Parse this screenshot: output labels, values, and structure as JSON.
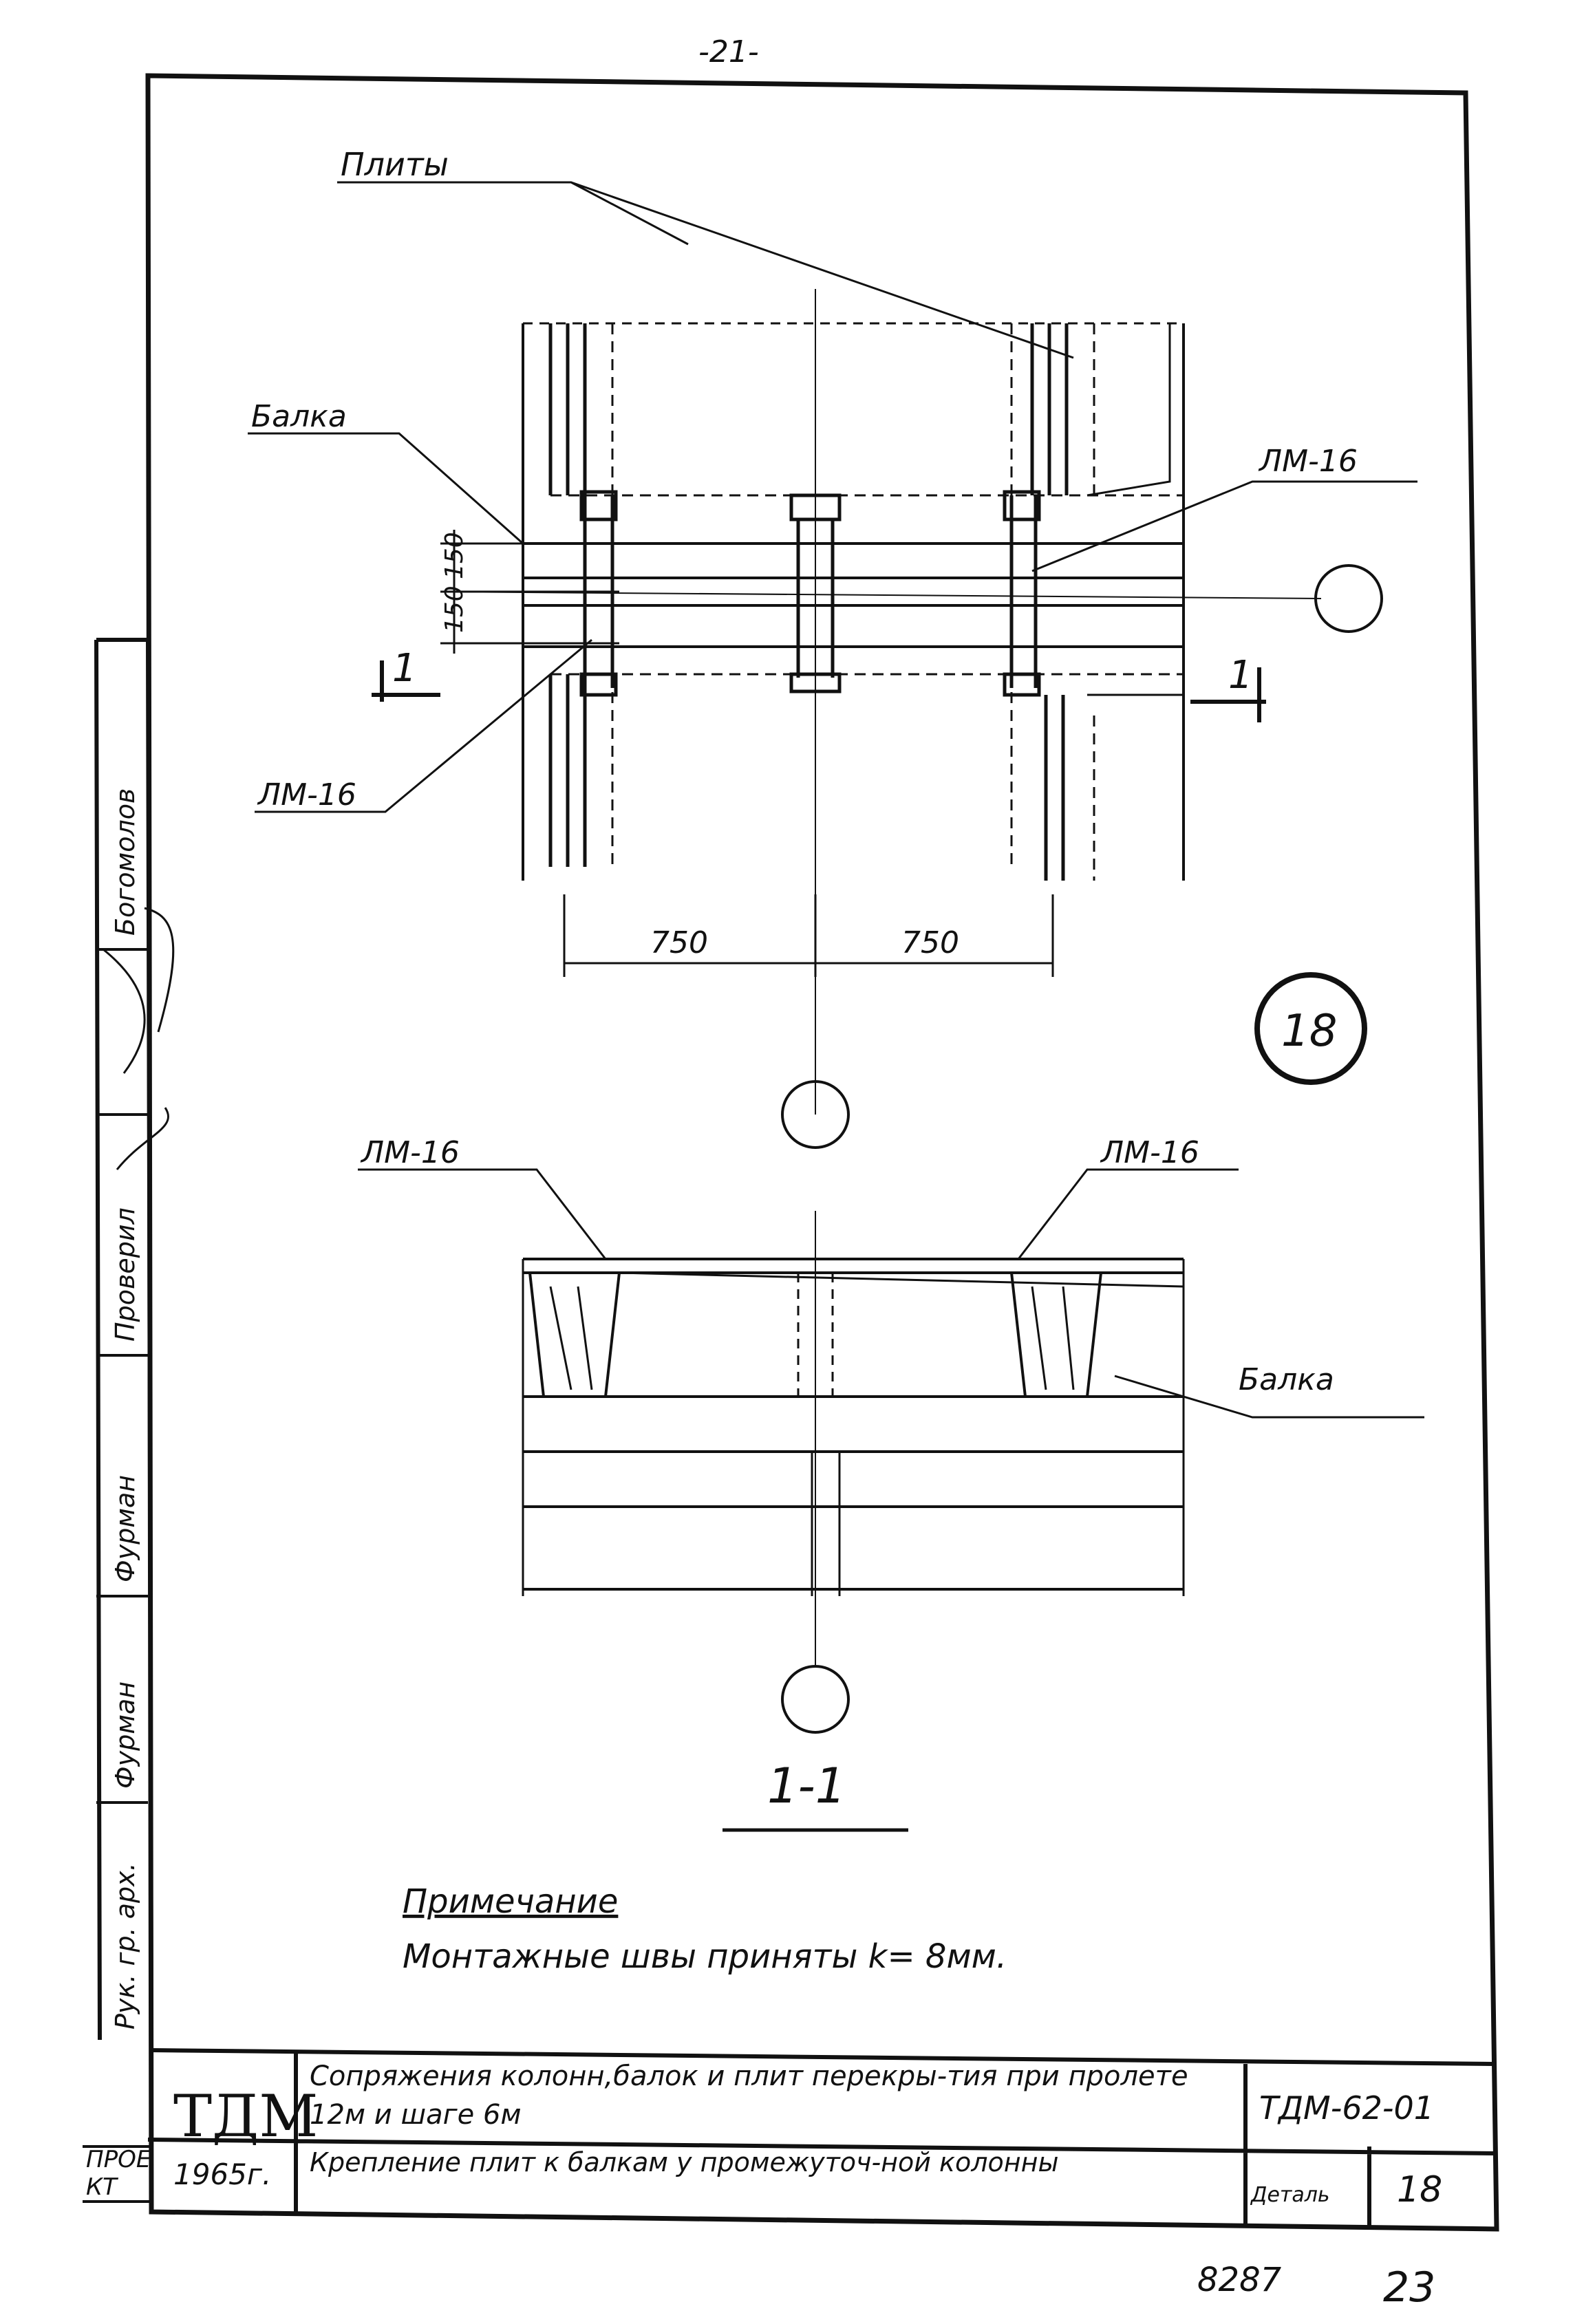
{
  "page_number": "-21-",
  "labels": {
    "plity": "Плиты",
    "balka_top": "Балка",
    "lm16_top_right": "ЛМ-16",
    "lm16_left": "ЛМ-16",
    "lm16_section_left": "ЛМ-16",
    "lm16_section_right": "ЛМ-16",
    "balka_section": "Балка",
    "section_mark_left": "1",
    "section_mark_right": "1",
    "dim_150_top": "150",
    "dim_150_bottom": "150",
    "dim_750_left": "750",
    "dim_750_right": "750",
    "detail_number": "18",
    "section_title": "1-1"
  },
  "note": {
    "title": "Примечание",
    "text": "Монтажные швы приняты k= 8мм."
  },
  "side_stamp": {
    "rows": [
      {
        "role": "Рук. гр. арх.",
        "name": ""
      },
      {
        "role": "",
        "name": "Фурман"
      },
      {
        "role": "Фурман",
        "name": ""
      },
      {
        "role": "Проверил",
        "name": ""
      },
      {
        "role": "",
        "name": "Богомолов"
      }
    ],
    "tail_top": "ПРОЕ",
    "tail_bottom": "КТ"
  },
  "title_block": {
    "org": "ТДМ",
    "year": "1965г.",
    "main_title": "Сопряжения колонн,балок и плит перекры-тия при пролете 12м и шаге 6м",
    "sub_title": "Крепление плит к балкам у промежуточ-ной колонны",
    "code": "ТДМ-62-01",
    "detail_label": "Деталь",
    "detail_value": "18"
  },
  "footer": {
    "inventory": "8287",
    "sheet": "23"
  }
}
